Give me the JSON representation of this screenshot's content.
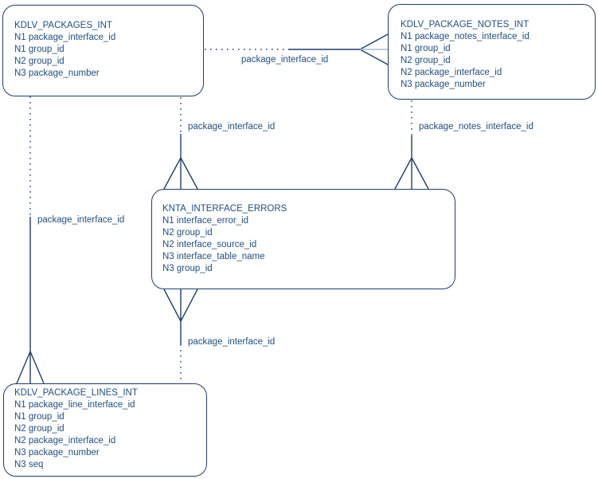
{
  "diagram": {
    "type": "entity-relationship",
    "colors": {
      "line": "#1f3e6c",
      "text": "#224f80",
      "light_tine": "#a6bad2",
      "background": "#ffffff"
    },
    "tables": [
      {
        "title": "KDLV_PACKAGES_INT",
        "fields": [
          "N1 package_interface_id",
          "N1 group_id",
          "N2 group_id",
          "N3 package_number"
        ]
      },
      {
        "title": "KDLV_PACKAGE_NOTES_INT",
        "fields": [
          "N1 package_notes_interface_id",
          "N1 group_id",
          "N2 group_id",
          "N2 package_interface_id",
          "N3 package_number"
        ]
      },
      {
        "title": "KNTA_INTERFACE_ERRORS",
        "fields": [
          "N1 interface_error_id",
          "N2 group_id",
          "N2 interface_source_id",
          "N3 interface_table_name",
          "N3 group_id"
        ]
      },
      {
        "title": "KDLV_PACKAGE_LINES_INT",
        "fields": [
          "N1 package_line_interface_id",
          "N1 group_id",
          "N2 group_id",
          "N2 package_interface_id",
          "N3 package_number",
          "N3 seq"
        ]
      }
    ],
    "relationships": [
      {
        "label": "package_interface_id",
        "from": "KDLV_PACKAGES_INT",
        "to": "KDLV_PACKAGE_NOTES_INT",
        "many_end": "KDLV_PACKAGE_NOTES_INT"
      },
      {
        "label": "package_interface_id",
        "from": "KDLV_PACKAGES_INT",
        "to": "KNTA_INTERFACE_ERRORS",
        "many_end": "KNTA_INTERFACE_ERRORS"
      },
      {
        "label": "package_notes_interface_id",
        "from": "KDLV_PACKAGE_NOTES_INT",
        "to": "KNTA_INTERFACE_ERRORS",
        "many_end": "KNTA_INTERFACE_ERRORS"
      },
      {
        "label": "package_interface_id",
        "from": "KDLV_PACKAGE_LINES_INT",
        "to": "KNTA_INTERFACE_ERRORS",
        "many_end": "KNTA_INTERFACE_ERRORS"
      },
      {
        "label": "package_interface_id",
        "from": "KDLV_PACKAGES_INT",
        "to": "KDLV_PACKAGE_LINES_INT",
        "many_end": "KDLV_PACKAGE_LINES_INT"
      }
    ]
  }
}
